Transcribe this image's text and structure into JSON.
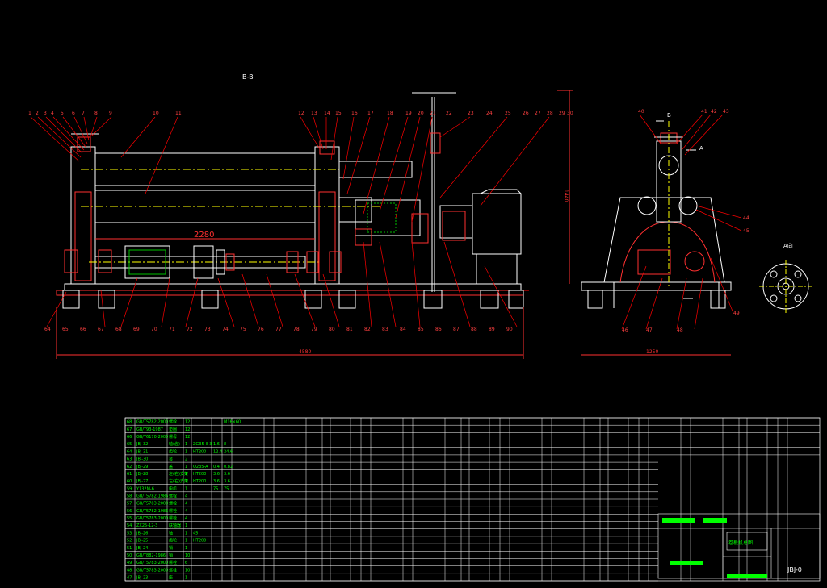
{
  "drawing": {
    "section_label": "B-B",
    "view_a_label": "A向",
    "section_mark_b": "B",
    "section_mark_a": "A",
    "dim_2280": "2280",
    "dim_overall_length": "4580",
    "dim_side_width": "1250",
    "dim_height": "1440",
    "drawing_number": "JBJ-0",
    "title_block_name": "卷板机总图"
  },
  "callouts_top": [
    "1",
    "2",
    "3",
    "4",
    "5",
    "6",
    "7",
    "8",
    "9",
    "10",
    "11",
    "12",
    "13",
    "14",
    "15",
    "16",
    "17",
    "18",
    "19",
    "20",
    "21",
    "22",
    "23",
    "24",
    "25",
    "26",
    "27",
    "28",
    "29",
    "30"
  ],
  "callouts_side": [
    "40",
    "41",
    "42",
    "43",
    "44",
    "45",
    "46",
    "47",
    "48",
    "49"
  ],
  "callouts_bottom": [
    "64",
    "65",
    "66",
    "67",
    "68",
    "69",
    "70",
    "71",
    "72",
    "73",
    "74",
    "75",
    "76",
    "77",
    "78",
    "79",
    "80",
    "81",
    "82",
    "83",
    "84",
    "85",
    "86",
    "87",
    "88",
    "89",
    "90"
  ],
  "parts_table": {
    "rows": [
      [
        "68",
        "GB/T5782-2000",
        "螺栓",
        "12",
        "",
        "",
        "M16×60"
      ],
      [
        "67",
        "GB/T93-1987",
        "垫圈",
        "12",
        "",
        "",
        ""
      ],
      [
        "66",
        "GB/T6170-2000",
        "螺母",
        "12",
        "",
        "",
        ""
      ],
      [
        "65",
        "JBJ-32",
        "轴(齿)",
        "1",
        "ZG35-II-3",
        "1.6",
        "8"
      ],
      [
        "64",
        "JBJ-31",
        "齿轮",
        "1",
        "HT200",
        "12.4",
        "24.6"
      ],
      [
        "63",
        "JBJ-30",
        "套",
        "2",
        "",
        "",
        ""
      ],
      [
        "62",
        "JBJ-29",
        "盖",
        "1",
        "Q235-A",
        "0.4",
        "0.82"
      ],
      [
        "61",
        "JBJ-28",
        "左(右)支架",
        "1",
        "HT200",
        "3.6",
        "3.6"
      ],
      [
        "60",
        "JBJ-27",
        "左(右)支架",
        "1",
        "HT200",
        "3.6",
        "3.6"
      ],
      [
        "59",
        "Y132M-6",
        "电机",
        "1",
        "",
        "75",
        "75"
      ],
      [
        "58",
        "GB/T5782-1986",
        "螺栓",
        "4",
        "",
        "",
        ""
      ],
      [
        "57",
        "GB/T5783-2000",
        "螺栓",
        "4",
        "",
        "",
        ""
      ],
      [
        "56",
        "GB/T5782-1986",
        "螺栓",
        "4",
        "",
        "",
        ""
      ],
      [
        "55",
        "GB/T5783-2000",
        "螺栓",
        "4",
        "",
        "",
        ""
      ],
      [
        "54",
        "ZX25-12-3",
        "联轴器",
        "1",
        "",
        "",
        ""
      ],
      [
        "53",
        "JBJ-26",
        "轴",
        "1",
        "45",
        "",
        ""
      ],
      [
        "52",
        "JBJ-25",
        "齿轮",
        "1",
        "HT200",
        "",
        ""
      ],
      [
        "51",
        "JBJ-24",
        "销",
        "1",
        "",
        "",
        ""
      ],
      [
        "50",
        "GB/T882-1986",
        "销",
        "10",
        "",
        "",
        ""
      ],
      [
        "49",
        "GB/T5783-2000",
        "螺栓",
        "6",
        "",
        "",
        ""
      ],
      [
        "48",
        "GB/T5783-2000",
        "螺栓",
        "10",
        "",
        "",
        ""
      ],
      [
        "47",
        "JBJ-23",
        "座",
        "1",
        "",
        "",
        ""
      ]
    ],
    "title": "卷板机总图",
    "code": "JBJ-0"
  },
  "colors": {
    "background": "#000000",
    "part_outline": "#ffffff",
    "leader": "#ff0000",
    "hidden": "#00ffff",
    "centerline": "#ffff00",
    "table_grid": "#ffffff",
    "table_text": "#00ff00",
    "hatch": "#00c000",
    "accent_green": "#00ff00"
  }
}
